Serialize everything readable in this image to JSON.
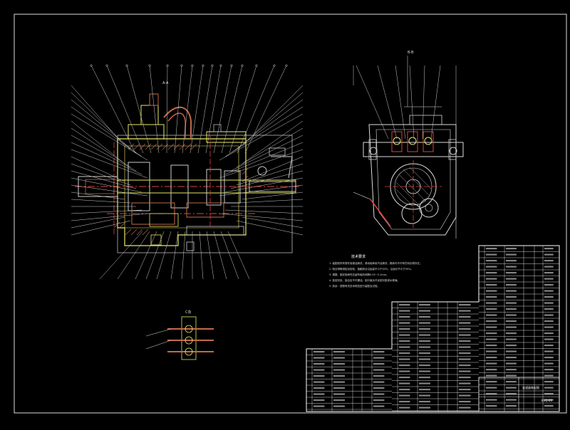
{
  "drawing": {
    "labels": {
      "detail_a": "A-A",
      "section_b": "B-B",
      "view_c": "C向"
    },
    "technical_requirements": {
      "heading": "技术要求",
      "lines": [
        "1. 装配前所有零件用煤油清洗，滚动轴承用汽油清洗，箱体内不许有任何杂物存在。",
        "2. 啮合侧隙用铅丝检验，接触斑点沿齿高不小于40%，沿齿长不小于50%。",
        "3. 调整、固定轴承时应留有轴向间隙0.05~0.1mm。",
        "4. 各密封处、接合处不许漏油，剖分面允许涂密封胶或水玻璃。",
        "5. 其余：按照有关技术规范进行装配及试验。"
      ]
    },
    "title_block": {
      "name": "变速器装配图",
      "drawing_no": "BSQ-00"
    }
  }
}
